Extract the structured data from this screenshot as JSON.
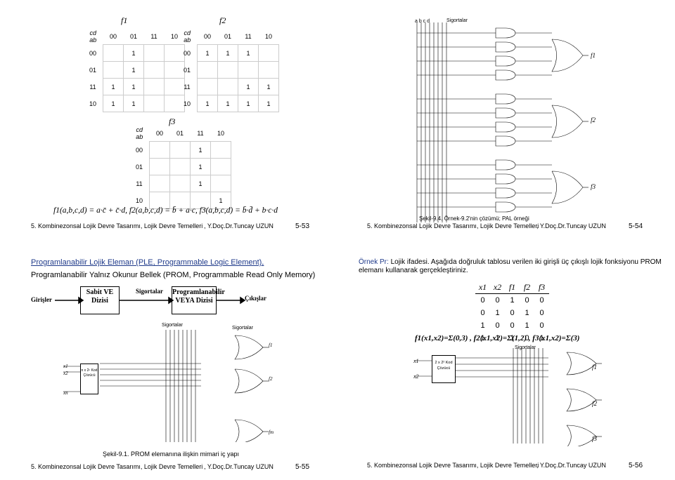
{
  "slide53": {
    "kmap_f1": {
      "title": "f1",
      "corner_top": "cd",
      "corner_left": "ab",
      "cols": [
        "00",
        "01",
        "11",
        "10"
      ],
      "rows": [
        {
          "label": "00",
          "cells": [
            "",
            "1",
            "",
            ""
          ]
        },
        {
          "label": "01",
          "cells": [
            "",
            "1",
            "",
            ""
          ]
        },
        {
          "label": "11",
          "cells": [
            "1",
            "1",
            "",
            ""
          ]
        },
        {
          "label": "10",
          "cells": [
            "1",
            "1",
            "",
            ""
          ]
        }
      ]
    },
    "kmap_f2": {
      "title": "f2",
      "corner_top": "cd",
      "corner_left": "ab",
      "cols": [
        "00",
        "01",
        "11",
        "10"
      ],
      "rows": [
        {
          "label": "00",
          "cells": [
            "1",
            "1",
            "1",
            ""
          ]
        },
        {
          "label": "01",
          "cells": [
            "",
            "",
            "",
            ""
          ]
        },
        {
          "label": "11",
          "cells": [
            "",
            "",
            "1",
            "1"
          ]
        },
        {
          "label": "10",
          "cells": [
            "1",
            "1",
            "1",
            "1"
          ]
        }
      ]
    },
    "kmap_f3": {
      "title": "f3",
      "corner_top": "cd",
      "corner_left": "ab",
      "cols": [
        "00",
        "01",
        "11",
        "10"
      ],
      "rows": [
        {
          "label": "00",
          "cells": [
            "",
            "",
            "1",
            ""
          ]
        },
        {
          "label": "01",
          "cells": [
            "",
            "",
            "1",
            ""
          ]
        },
        {
          "label": "11",
          "cells": [
            "",
            "",
            "1",
            ""
          ]
        },
        {
          "label": "10",
          "cells": [
            "",
            "",
            "",
            "1"
          ]
        }
      ]
    },
    "formula": "f1(a,b,c,d) = a·c̄ + c̄·d,   f2(a,b,c,d) = b̄ + a·c,   f3(a,b,c,d) = b̄·d̄ + b·c·d",
    "footer_left": "5. Kombinezonsal Lojik Devre Tasarımı, Lojik Devre Temelleri",
    "footer_mid": ", Y.Doç.Dr.Tuncay UZUN",
    "page": "5-53"
  },
  "slide54": {
    "inputs_label": "a b c d",
    "gates_label": "Sigortalar",
    "outputs": [
      "f1",
      "f2",
      "f3"
    ],
    "caption_1": "Şekil-9.4. Örnek-9.2'nin çözümü;  PAL örneği",
    "footer_left": "5. Kombinezonsal Lojik Devre Tasarımı, Lojik Devre Temelleri",
    "footer_mid": ", Y.Doç.Dr.Tuncay UZUN",
    "page": "5-54"
  },
  "slide55": {
    "title": "Programlanabilir Lojik Eleman (PLE, Programmable Logic Element),",
    "subtitle": "Programlanabilir Yalnız Okunur Bellek (PROM, Programmable Read Only Memory)",
    "block_inputs": "Girişler",
    "block_and": "Sabit VE Dizisi",
    "block_fuses1": "Sigortalar",
    "block_or": "Programlanabilir VEYA Dizisi",
    "block_outputs": "Çıkışlar",
    "fuses_left": "Sigortalar",
    "fuses_right": "Sigortalar",
    "decoder": "n x 2ⁿ Kod Çözücü",
    "inputs": [
      "x1",
      "x2",
      "xn"
    ],
    "outputs": [
      "f1",
      "f2",
      "fm"
    ],
    "caption": "Şekil-9.1. PROM elemanına ilişkin mimari iç yapı",
    "footer_left": "5. Kombinezonsal Lojik Devre Tasarımı, Lojik Devre Temelleri",
    "footer_mid": ", Y.Doç.Dr.Tuncay UZUN",
    "page": "5-55"
  },
  "slide56": {
    "intro_prefix": "Örnek Pr:",
    "intro": "Lojik ifadesi. Aşağıda doğruluk tablosu verilen iki girişli üç çıkışlı lojik fonksiyonu PROM elemanı kullanarak gerçekleştiriniz.",
    "table_headers": [
      "x1",
      "x2",
      "f1",
      "f2",
      "f3"
    ],
    "table_rows": [
      [
        "0",
        "0",
        "1",
        "0",
        "0"
      ],
      [
        "0",
        "1",
        "0",
        "1",
        "0"
      ],
      [
        "1",
        "0",
        "0",
        "1",
        "0"
      ],
      [
        "1",
        "1",
        "1",
        "0",
        "1"
      ]
    ],
    "functions": "f1(x1,x2)=Σ(0,3) ,     f2(x1,x2)=Σ(1,2) , f3(x1,x2)=Σ(3)",
    "fuses": "Sigortalar",
    "decoder": "2 x 2² Kod Çözücü",
    "inputs": [
      "x1",
      "x2"
    ],
    "outputs": [
      "f1",
      "f2",
      "f3"
    ],
    "footer_left": "5. Kombinezonsal Lojik Devre Tasarımı, Lojik Devre Temelleri",
    "footer_mid": ", Y.Doç.Dr.Tuncay UZUN",
    "page": "5-56"
  }
}
